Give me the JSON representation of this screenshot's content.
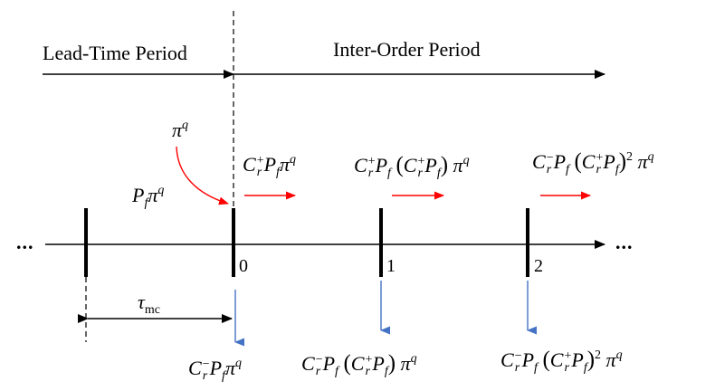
{
  "periods": {
    "lead_time": "Lead-Time Period",
    "inter_order": "Inter-Order Period"
  },
  "timeline": {
    "ellipsis_left": "...",
    "ellipsis_right": "...",
    "ticks": [
      "0",
      "1",
      "2"
    ]
  },
  "symbols": {
    "pi": "π",
    "pi_sup": "q",
    "P": "P",
    "f": "f",
    "C": "C",
    "r": "r",
    "plus": "+",
    "minus": "−",
    "square": "2",
    "tau": "τ",
    "tau_sub": "mc",
    "lparen": "(",
    "rparen": ")"
  },
  "colors": {
    "inflow_arrow": "#ff0000",
    "outflow_arrow": "#4472c4",
    "axis": "#000000"
  }
}
